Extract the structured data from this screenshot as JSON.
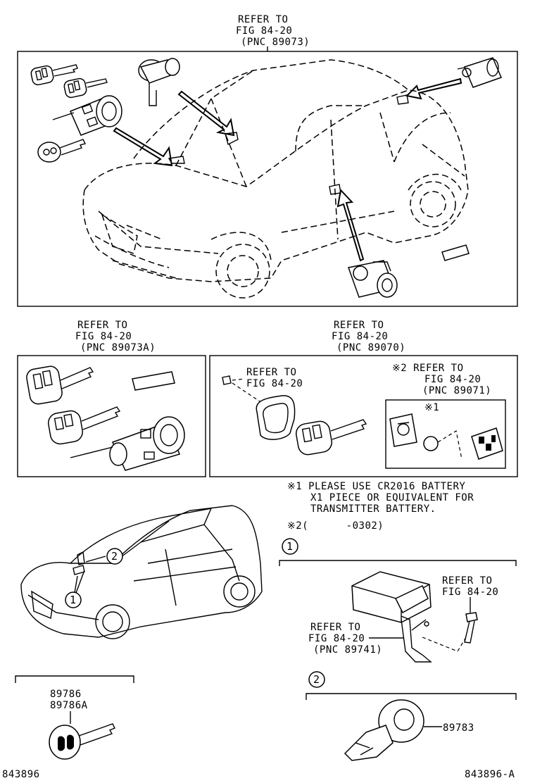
{
  "top_refer": {
    "line1": "REFER TO",
    "line2": "FIG 84-20",
    "line3": "(PNC 89073)"
  },
  "left_refer": {
    "line1": "REFER TO",
    "line2": "FIG 84-20",
    "line3": "(PNC 89073A)"
  },
  "right_refer": {
    "line1": "REFER TO",
    "line2": "FIG 84-20",
    "line3": "(PNC 89070)"
  },
  "inner_refer_a": {
    "line1": "REFER TO",
    "line2": "FIG 84-20"
  },
  "inner_refer_b": {
    "line1": "※2 REFER TO",
    "line2": "FIG 84-20",
    "line3": "(PNC 89071)"
  },
  "battery_mark": "※1",
  "notes": {
    "note1_line1": "※1 PLEASE USE CR2016 BATTERY",
    "note1_line2": "X1 PIECE OR EQUIVALENT FOR",
    "note1_line3": "TRANSMITTER BATTERY.",
    "note2": "※2(      -0302)"
  },
  "callouts": {
    "one": "1",
    "two": "2"
  },
  "group1": {
    "refer_a_line1": "REFER TO",
    "refer_a_line2": "FIG 84-20",
    "refer_b_line1": "REFER TO",
    "refer_b_line2": "FIG 84-20",
    "refer_b_line3": "(PNC 89741)"
  },
  "group2": {
    "part": "89783"
  },
  "key_parts": {
    "line1": "89786",
    "line2": "89786A"
  },
  "footer": {
    "left": "843896",
    "right": "843896-A"
  }
}
